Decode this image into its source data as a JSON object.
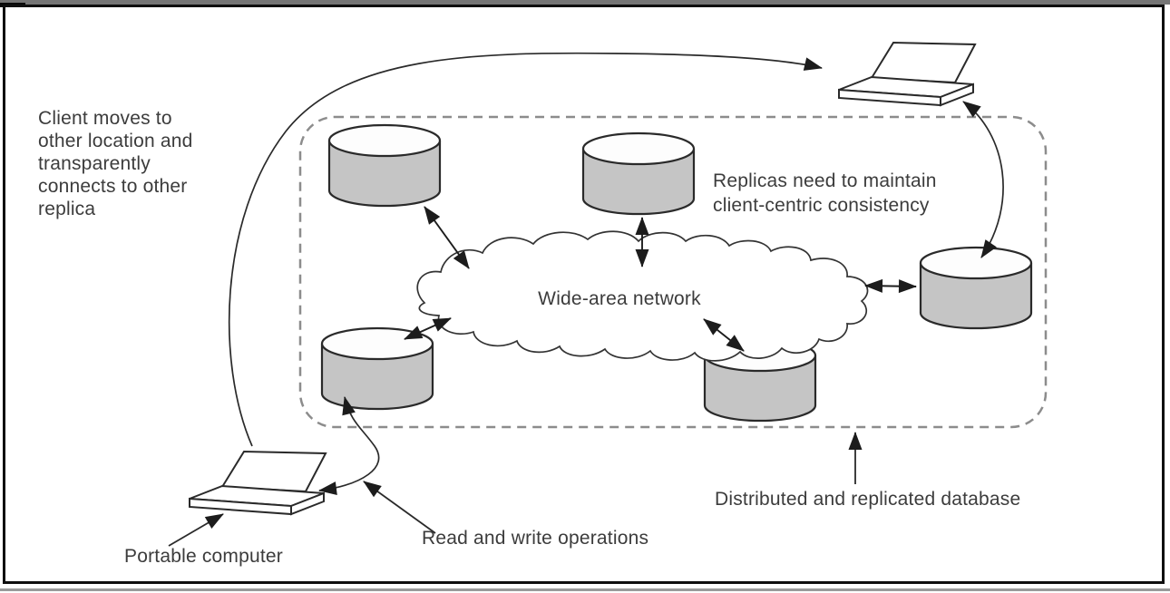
{
  "diagram": {
    "labels": {
      "client_note_lines": [
        "Client moves to",
        "other location and",
        "transparently",
        "connects to other",
        "replica"
      ],
      "replicas_note_lines": [
        "Replicas need to maintain",
        "client-centric consistency"
      ],
      "wan": "Wide-area network",
      "portable_computer": "Portable computer",
      "read_write": "Read and write operations",
      "database": "Distributed and replicated database"
    },
    "shapes": {
      "database_replicas_count": "5",
      "laptops_count": "2"
    },
    "colors": {
      "cylinder_body": "#c5c5c5",
      "cylinder_top": "#fdfdfd",
      "outline": "#2a2a2a",
      "arrow": "#1c1c1c",
      "dashed_boundary": "#8c8c8c",
      "text": "#3c3c3c",
      "frame": "#0f0f0f"
    }
  }
}
